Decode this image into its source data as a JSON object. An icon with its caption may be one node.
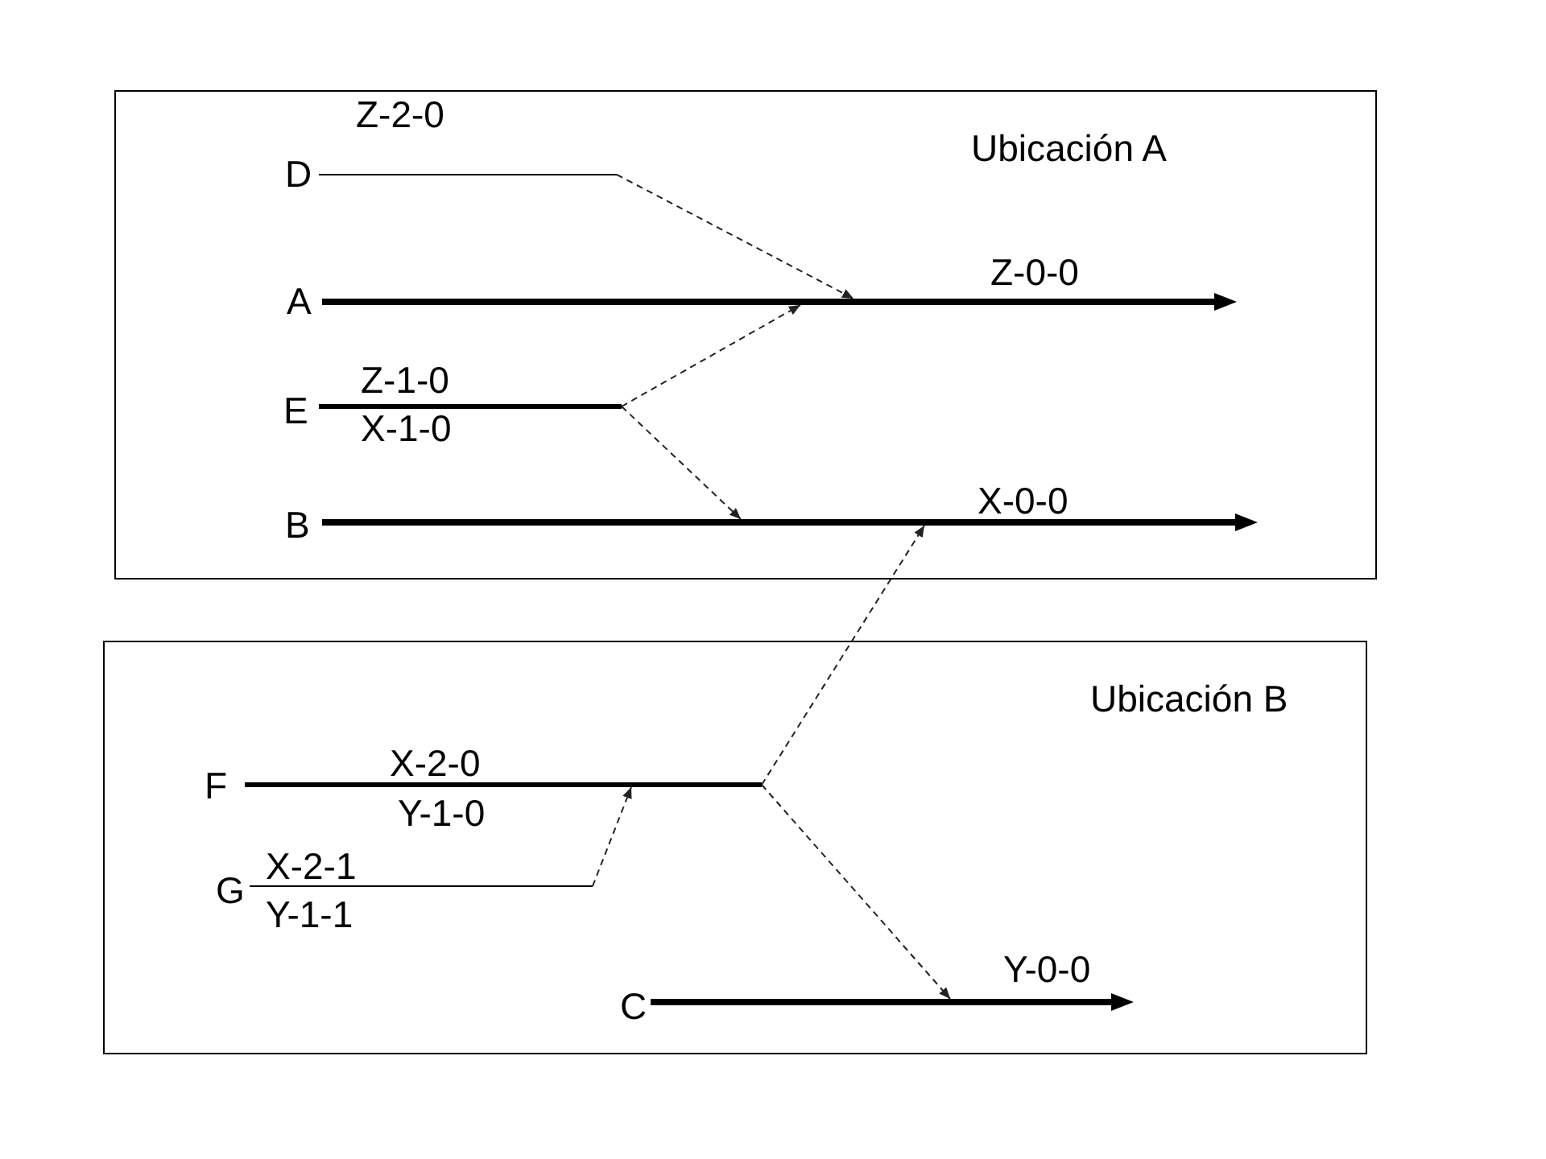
{
  "diagram": {
    "nodes": [
      {
        "text": [
          "Ubicación A"
        ]
      },
      {
        "text": [],
        "shape": "line",
        "in": 0,
        "beside": [
          "D",
          "Z-2-0"
        ]
      },
      {
        "text": [],
        "shape": "arrow",
        "in": 0,
        "beside": [
          "A",
          "Z-0-0"
        ]
      },
      {
        "text": [],
        "shape": "line",
        "in": 0,
        "beside": [
          "E",
          "Z-1-0",
          "X-1-0"
        ]
      },
      {
        "text": [],
        "shape": "arrow",
        "in": 0,
        "beside": [
          "B",
          "X-0-0"
        ]
      },
      {
        "text": [
          "Ubicación B"
        ]
      },
      {
        "text": [],
        "shape": "line",
        "in": 5,
        "beside": [
          "F",
          "X-2-0",
          "Y-1-0"
        ]
      },
      {
        "text": [],
        "shape": "line",
        "in": 5,
        "beside": [
          "G",
          "X-2-1",
          "Y-1-1"
        ]
      },
      {
        "text": [],
        "shape": "arrow",
        "in": 5,
        "beside": [
          "C",
          "Y-0-0"
        ]
      }
    ],
    "edges": [
      {
        "from": 1,
        "to": 2,
        "arrow": "to",
        "style": "dashed"
      },
      {
        "from": 3,
        "to": 2,
        "arrow": "to",
        "style": "dashed"
      },
      {
        "from": 3,
        "to": 4,
        "arrow": "to",
        "style": "dashed"
      },
      {
        "from": 6,
        "to": 4,
        "arrow": "to",
        "style": "dashed"
      },
      {
        "from": 6,
        "to": 8,
        "arrow": "to",
        "style": "dashed"
      },
      {
        "from": 7,
        "to": 6,
        "arrow": "to",
        "style": "dashed"
      }
    ]
  }
}
